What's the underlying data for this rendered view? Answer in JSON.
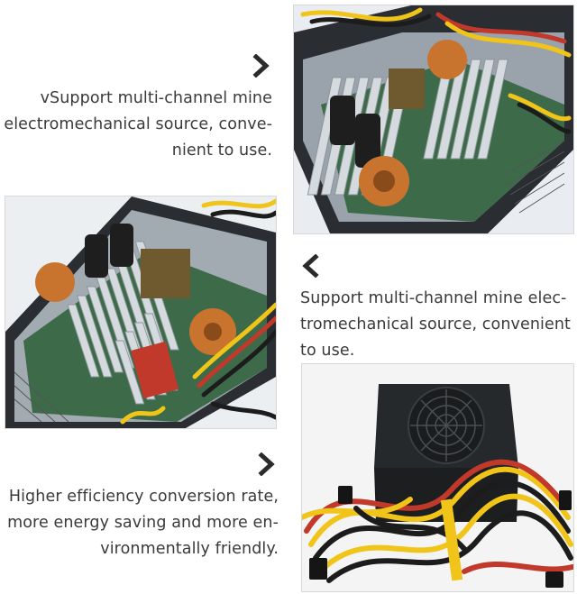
{
  "panels": [
    {
      "caption_lines": [
        "vSupport multi-channel mine",
        "electromechanical source, conve-",
        "nient to use."
      ],
      "arrow": "chevron-right-icon",
      "photo": "psu-interior-photo-1"
    },
    {
      "caption_lines": [
        "Support multi-channel mine elec-",
        "tromechanical source, convenient",
        "to use."
      ],
      "arrow": "chevron-left-icon",
      "photo": "psu-interior-photo-2"
    },
    {
      "caption_lines": [
        "Higher efficiency conversion rate,",
        "more energy saving and more en-",
        "vironmentally friendly."
      ],
      "arrow": "chevron-right-icon",
      "photo": "psu-exterior-cables-photo"
    }
  ],
  "colors": {
    "text": "#3a3a3a",
    "arrow": "#2b2b2b",
    "heatsink": "#c9ced3",
    "pcb": "#3d6b4a",
    "copper": "#c8742f",
    "wire_yellow": "#f0c419",
    "wire_black": "#1c1c1c",
    "wire_red": "#c0392b",
    "case": "#2a2d31"
  }
}
